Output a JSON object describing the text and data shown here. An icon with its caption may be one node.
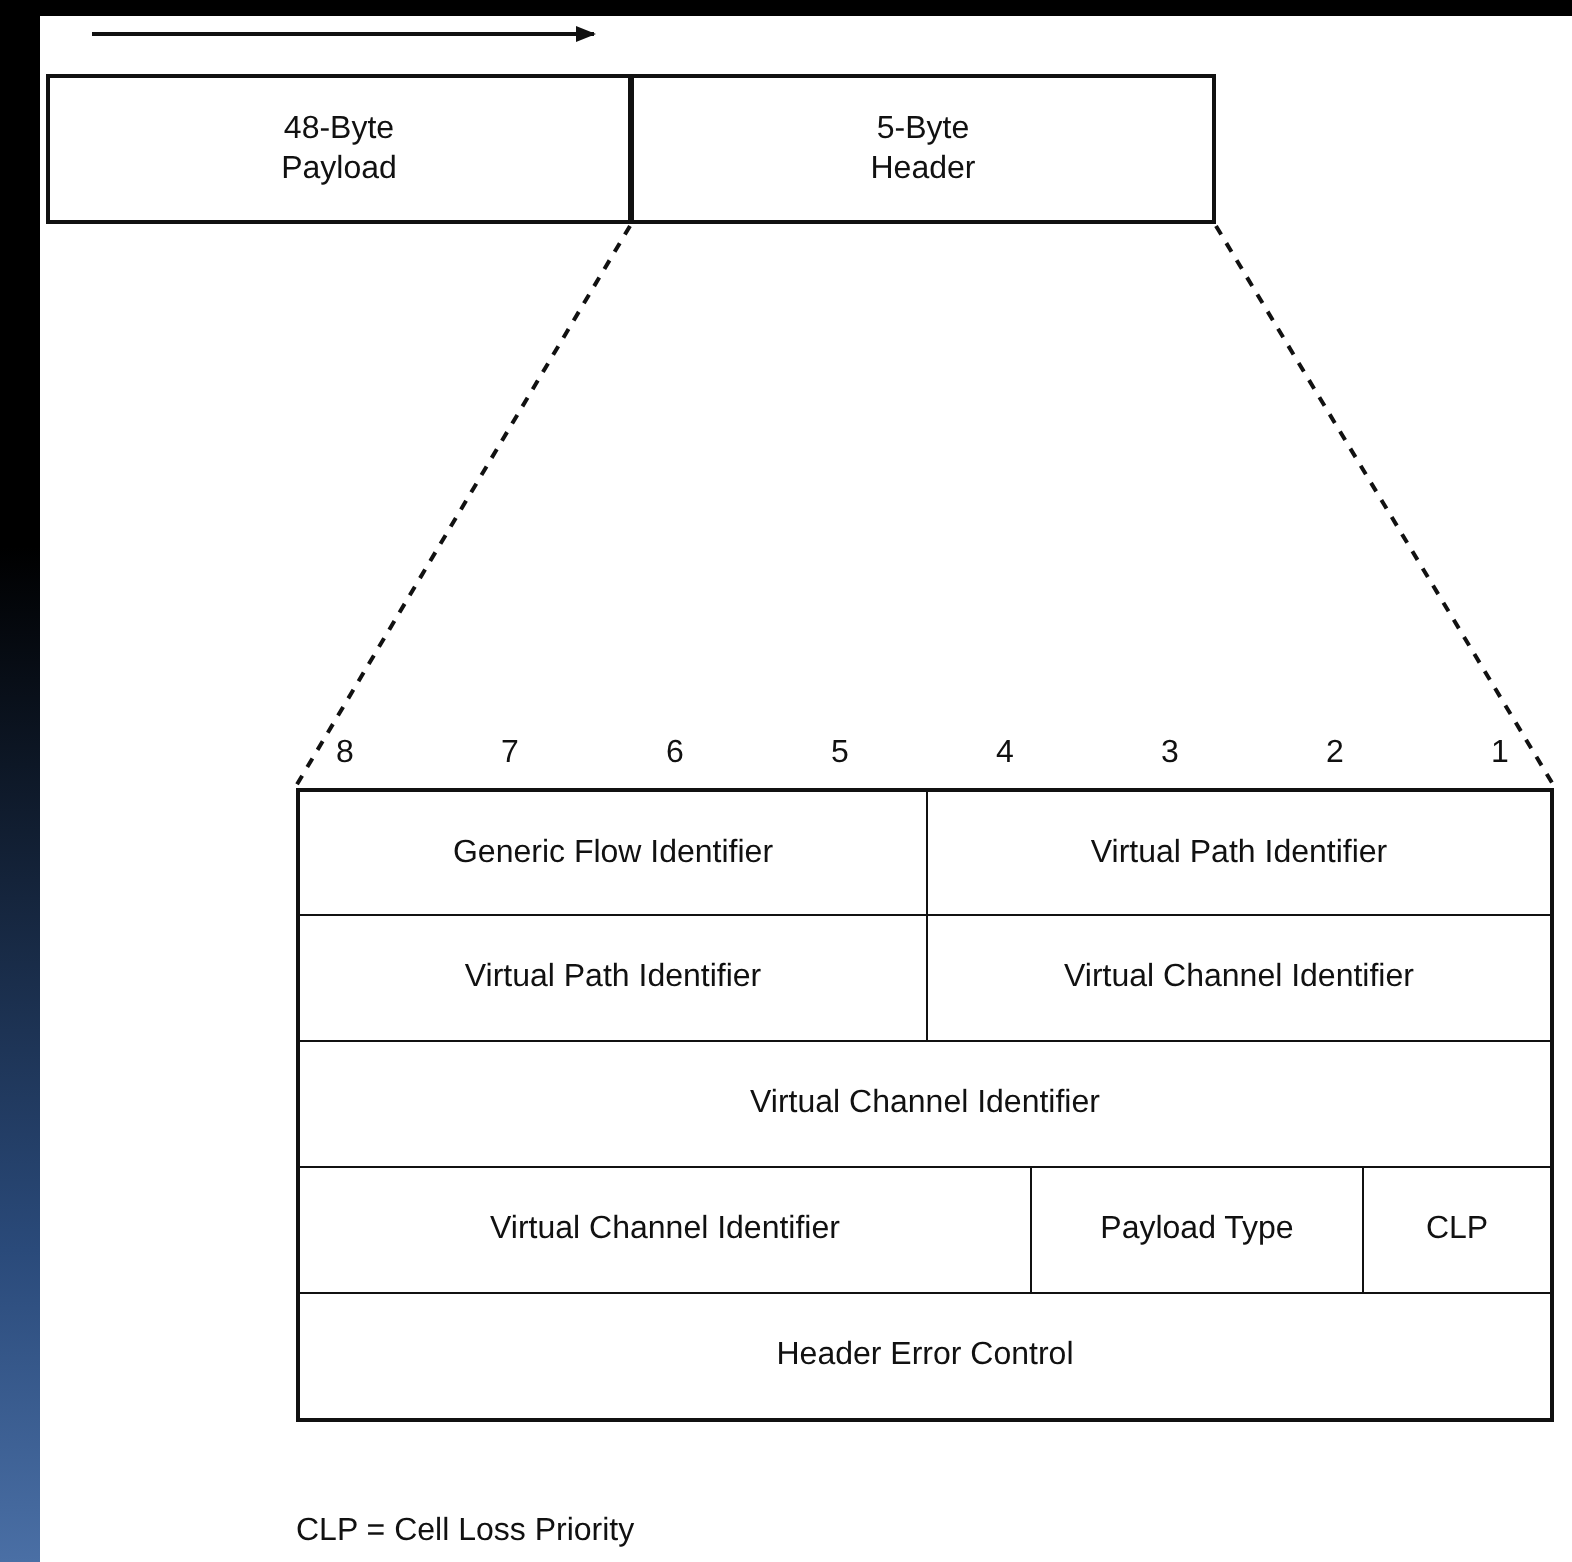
{
  "diagram": {
    "nodes": [
      {
        "text": [
          "48-Byte Payload"
        ]
      },
      {
        "text": [
          "5-Byte Header"
        ]
      },
      {
        "text": [],
        "shape": "box"
      },
      {
        "text": [
          "Generic Flow Identifier"
        ],
        "in": 2
      },
      {
        "text": [
          "Virtual Path Identifier"
        ],
        "in": 2
      },
      {
        "text": [
          "Virtual Path Identifier"
        ],
        "in": 2
      },
      {
        "text": [
          "Virtual Channel Identifier"
        ],
        "in": 2
      },
      {
        "text": [
          "Virtual Channel Identifier"
        ],
        "in": 2
      },
      {
        "text": [
          "Virtual Channel Identifier"
        ],
        "in": 2
      },
      {
        "text": [
          "Payload Type"
        ],
        "in": 2
      },
      {
        "text": [
          "CLP"
        ],
        "in": 2
      },
      {
        "text": [
          "Header Error Control"
        ],
        "in": 2
      }
    ],
    "edges": [
      {
        "from": 1,
        "to": 2,
        "arrow": "none",
        "style": "dashed"
      },
      {
        "from": 1,
        "to": 2,
        "arrow": "none",
        "style": "dashed"
      }
    ],
    "labels": [
      "8",
      "7",
      "6",
      "5",
      "4",
      "3",
      "2",
      "1",
      "CLP = Cell Loss Priority"
    ]
  }
}
